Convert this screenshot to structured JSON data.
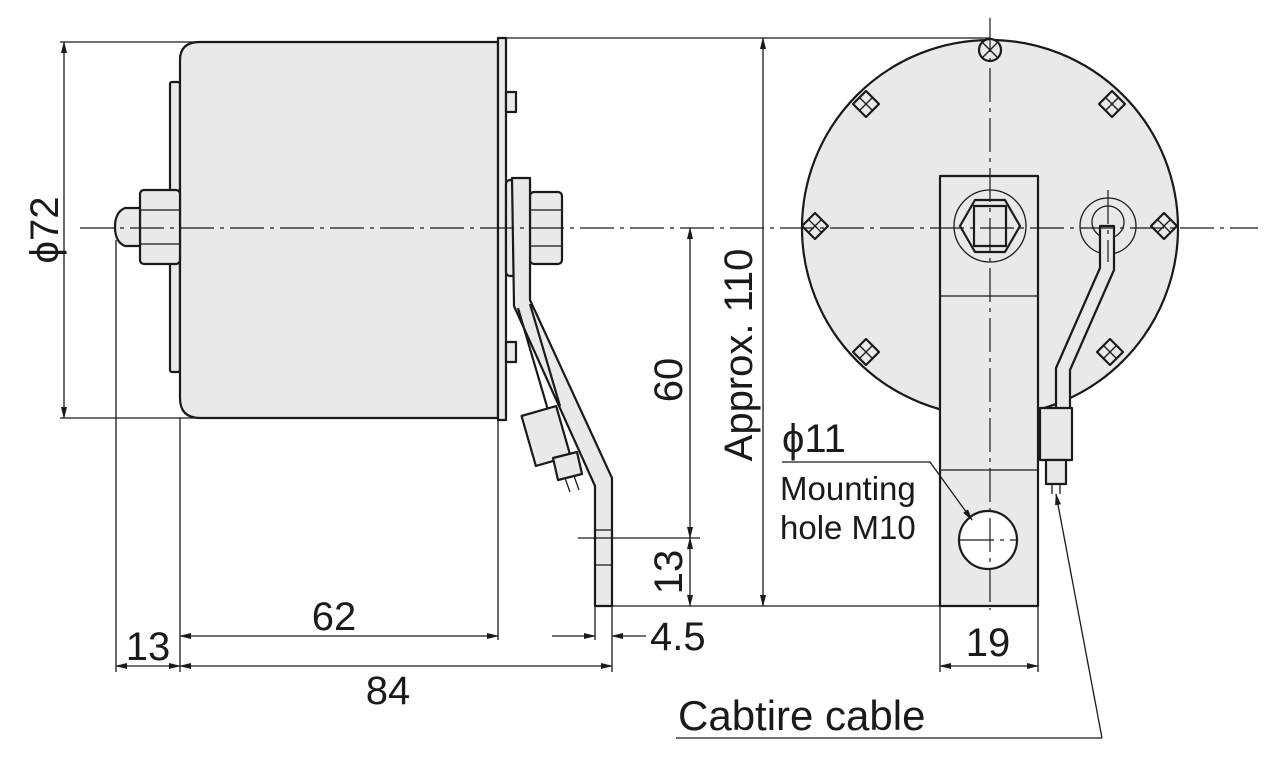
{
  "dimensions": {
    "body_diameter": "ϕ72",
    "overall_height": "Approx. 110",
    "center_height": "60",
    "foot_height": "13",
    "shaft_length": "13",
    "body_length": "62",
    "bracket_thickness": "4.5",
    "overall_length": "84",
    "bracket_width": "19"
  },
  "callouts": {
    "hole_diameter": "ϕ11",
    "hole_line1": "Mounting",
    "hole_line2": "hole M10",
    "cable": "Cabtire cable"
  }
}
